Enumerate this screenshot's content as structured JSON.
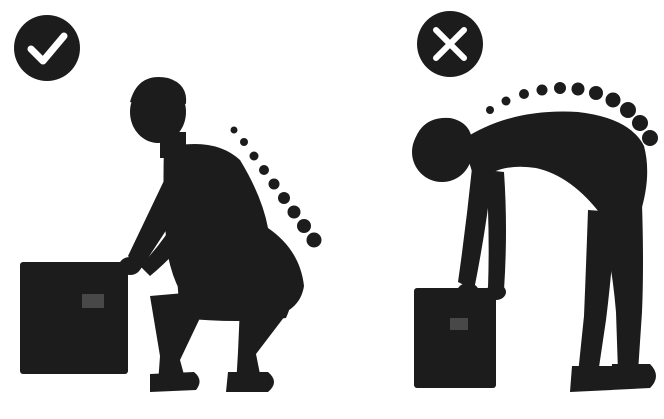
{
  "panels": [
    {
      "verdict": "correct",
      "icon": "checkmark-icon",
      "posture": "squat-lift-straight-back",
      "colors": {
        "silhouette": "#1c1c1c",
        "icon_bg": "#1c1c1c",
        "icon_mark": "#ffffff",
        "spine_dots": "#1c1c1c"
      }
    },
    {
      "verdict": "incorrect",
      "icon": "cross-icon",
      "posture": "stooped-lift-rounded-back",
      "colors": {
        "silhouette": "#1c1c1c",
        "icon_bg": "#1c1c1c",
        "icon_mark": "#ffffff",
        "spine_dots": "#1c1c1c"
      }
    }
  ]
}
